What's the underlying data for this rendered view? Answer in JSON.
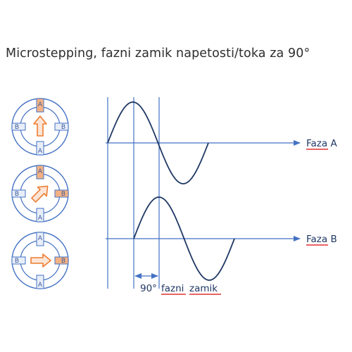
{
  "title": "Microstepping, fazni zamik napetosti/toka za 90°",
  "phase_a_label": "Faza A",
  "phase_b_label": "Faza B",
  "shift_degrees": "90°",
  "shift_word_1": "fazni",
  "shift_word_2": "zamik",
  "pole_a": "A",
  "pole_b": "B",
  "colors": {
    "line": "#4472c4",
    "wave": "#1f3864",
    "pole_fill": "#e8eef8",
    "pole_active": "#f4b183",
    "arrow_fill": "#fbe5d6",
    "arrow_stroke": "#ed7d31",
    "spell_underline": "#e03030"
  }
}
